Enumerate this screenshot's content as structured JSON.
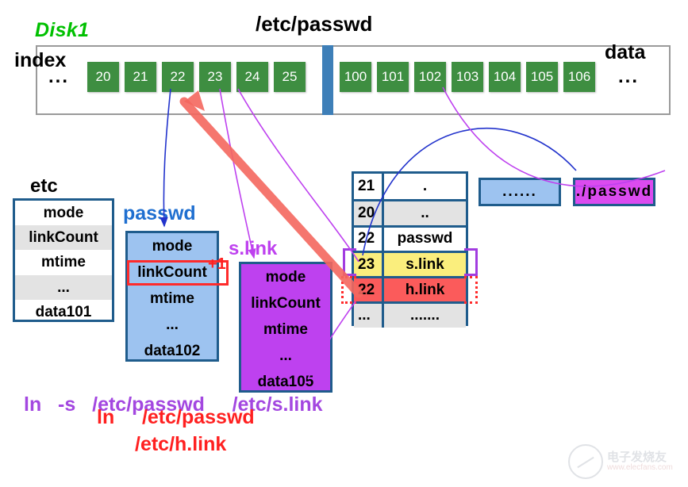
{
  "disk": {
    "label": "Disk1",
    "title": "/etc/passwd",
    "index_label": "index",
    "data_label": "data",
    "left_ellipsis": "...",
    "right_ellipsis": "...",
    "index_blocks": [
      "20",
      "21",
      "22",
      "23",
      "24",
      "25"
    ],
    "data_blocks": [
      "100",
      "101",
      "102",
      "103",
      "104",
      "105",
      "106"
    ],
    "block_color": "#3E8E41",
    "separator_color": "#3E7FB8"
  },
  "inodes": [
    {
      "id": "etc",
      "label": "etc",
      "label_color": "#000000",
      "fill": "#FFFFFF",
      "rows": [
        "mode",
        "linkCount",
        "mtime",
        "...",
        "data101"
      ]
    },
    {
      "id": "passwd",
      "label": "passwd",
      "label_color": "#1F6FD0",
      "fill": "#9DC3F0",
      "rows": [
        "mode",
        "linkCount",
        "mtime",
        "...",
        "data102"
      ],
      "annotation": "+1",
      "annotation_color": "#FF2020"
    },
    {
      "id": "slink",
      "label": "s.link",
      "label_color": "#BE41EF",
      "fill": "#BE41EF",
      "rows": [
        "mode",
        "linkCount",
        "mtime",
        "...",
        "data105"
      ]
    }
  ],
  "directory": {
    "rows": [
      {
        "inode": "21",
        "name": ".",
        "style": "white"
      },
      {
        "inode": "20",
        "name": "..",
        "style": "gray"
      },
      {
        "inode": "22",
        "name": "passwd",
        "style": "white"
      },
      {
        "inode": "23",
        "name": "s.link",
        "style": "yellow"
      },
      {
        "inode": "22",
        "name": "h.link",
        "style": "red"
      },
      {
        "inode": "...",
        "name": ".......",
        "style": "gray"
      }
    ],
    "highlight_symlink_color": "#A23CE0",
    "highlight_hardlink_color": "#FF2B2B"
  },
  "data_boxes": [
    {
      "id": "blue",
      "text": "......",
      "fill": "#9DC3F0"
    },
    {
      "id": "purple",
      "text": "./passwd",
      "fill": "#DB4BEF"
    }
  ],
  "commands": {
    "symlink": "ln   -s   /etc/passwd     /etc/s.link",
    "hardlink_line1": "ln     /etc/passwd",
    "hardlink_line2": "/etc/h.link",
    "symlink_color": "#A347E0",
    "hardlink_color": "#FF2020"
  },
  "watermark": {
    "cn": "电子发烧友",
    "url": "www.elecfans.com"
  }
}
